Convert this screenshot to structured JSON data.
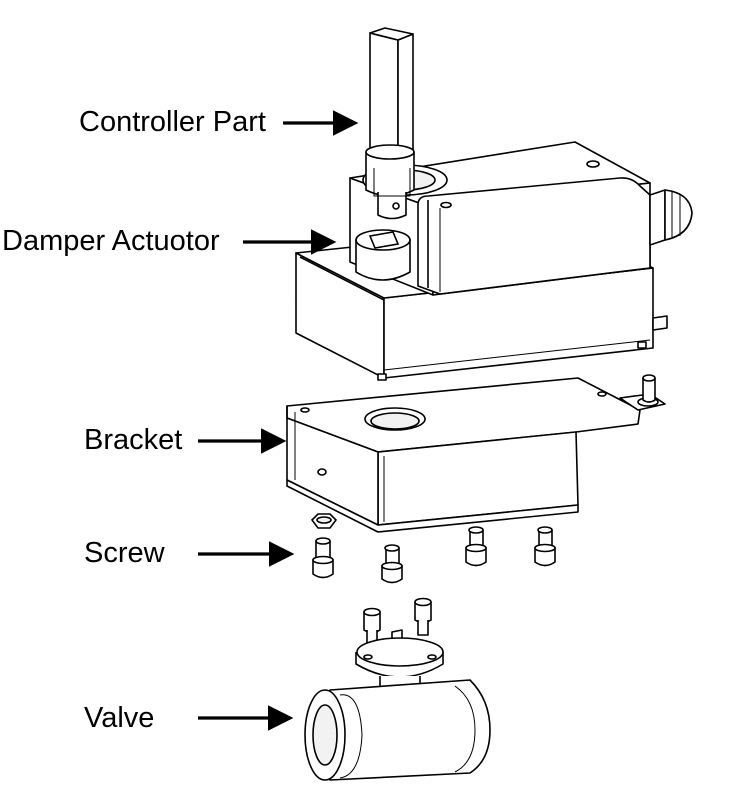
{
  "labels": {
    "controller": "Controller Part",
    "damper": "Damper Actuotor",
    "bracket": "Bracket",
    "screw": "Screw",
    "valve": "Valve"
  },
  "colors": {
    "line": "#000000",
    "fill": "#ffffff",
    "shade": "#e6e6e6"
  }
}
